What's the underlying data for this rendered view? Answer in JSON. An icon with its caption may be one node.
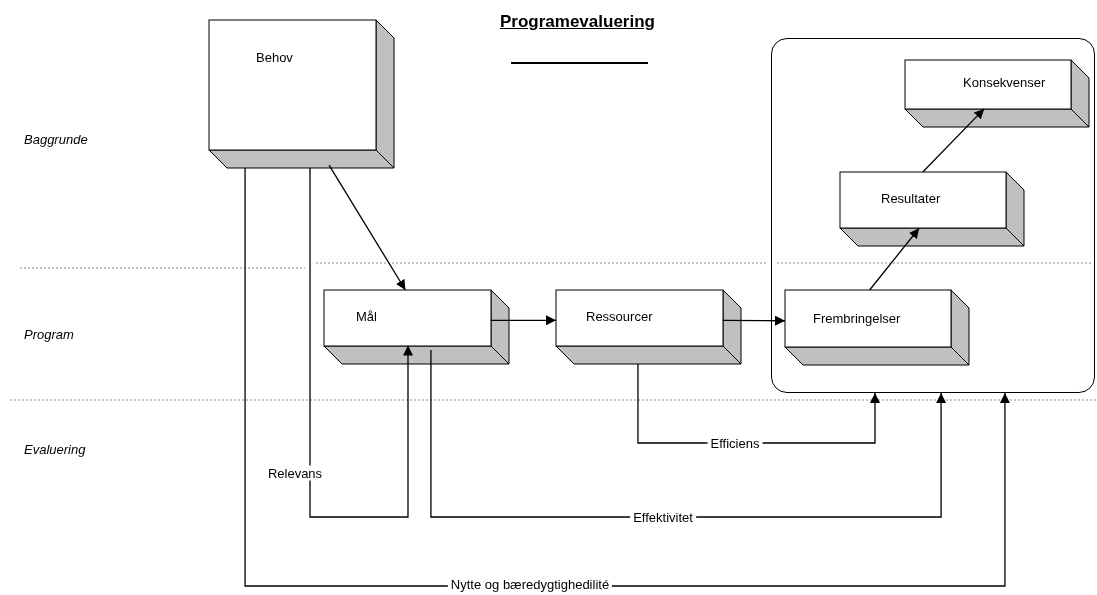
{
  "diagram": {
    "title": "Programevaluering",
    "nodes": [
      {
        "text": [
          "Behov"
        ]
      },
      {
        "text": [
          "Mål"
        ]
      },
      {
        "text": [
          "Ressourcer"
        ]
      },
      {
        "text": [],
        "shape": "box"
      },
      {
        "text": [
          "Konsekvenser"
        ],
        "in": 3
      },
      {
        "text": [
          "Resultater"
        ],
        "in": 3
      },
      {
        "text": [
          "Frembringelser"
        ],
        "in": 3
      }
    ],
    "edges": [
      {
        "from": 0,
        "to": 1,
        "arrow": "to"
      },
      {
        "from": 1,
        "to": 2,
        "arrow": "to"
      },
      {
        "from": 2,
        "to": 6,
        "arrow": "to"
      },
      {
        "from": 6,
        "to": 5,
        "arrow": "to"
      },
      {
        "from": 5,
        "to": 4,
        "arrow": "to"
      },
      {
        "from": 0,
        "to": 1,
        "arrow": "to",
        "label": "Relevans"
      },
      {
        "from": 1,
        "to": 3,
        "arrow": "to",
        "label": "Effektivitet"
      },
      {
        "from": 2,
        "to": 3,
        "arrow": "to",
        "label": "Efficiens"
      },
      {
        "from": 0,
        "to": 3,
        "arrow": "to",
        "label": "Nytte og bæredygtighedilité"
      }
    ],
    "labels": [
      "Baggrunde",
      "Program",
      "Evaluering"
    ]
  }
}
